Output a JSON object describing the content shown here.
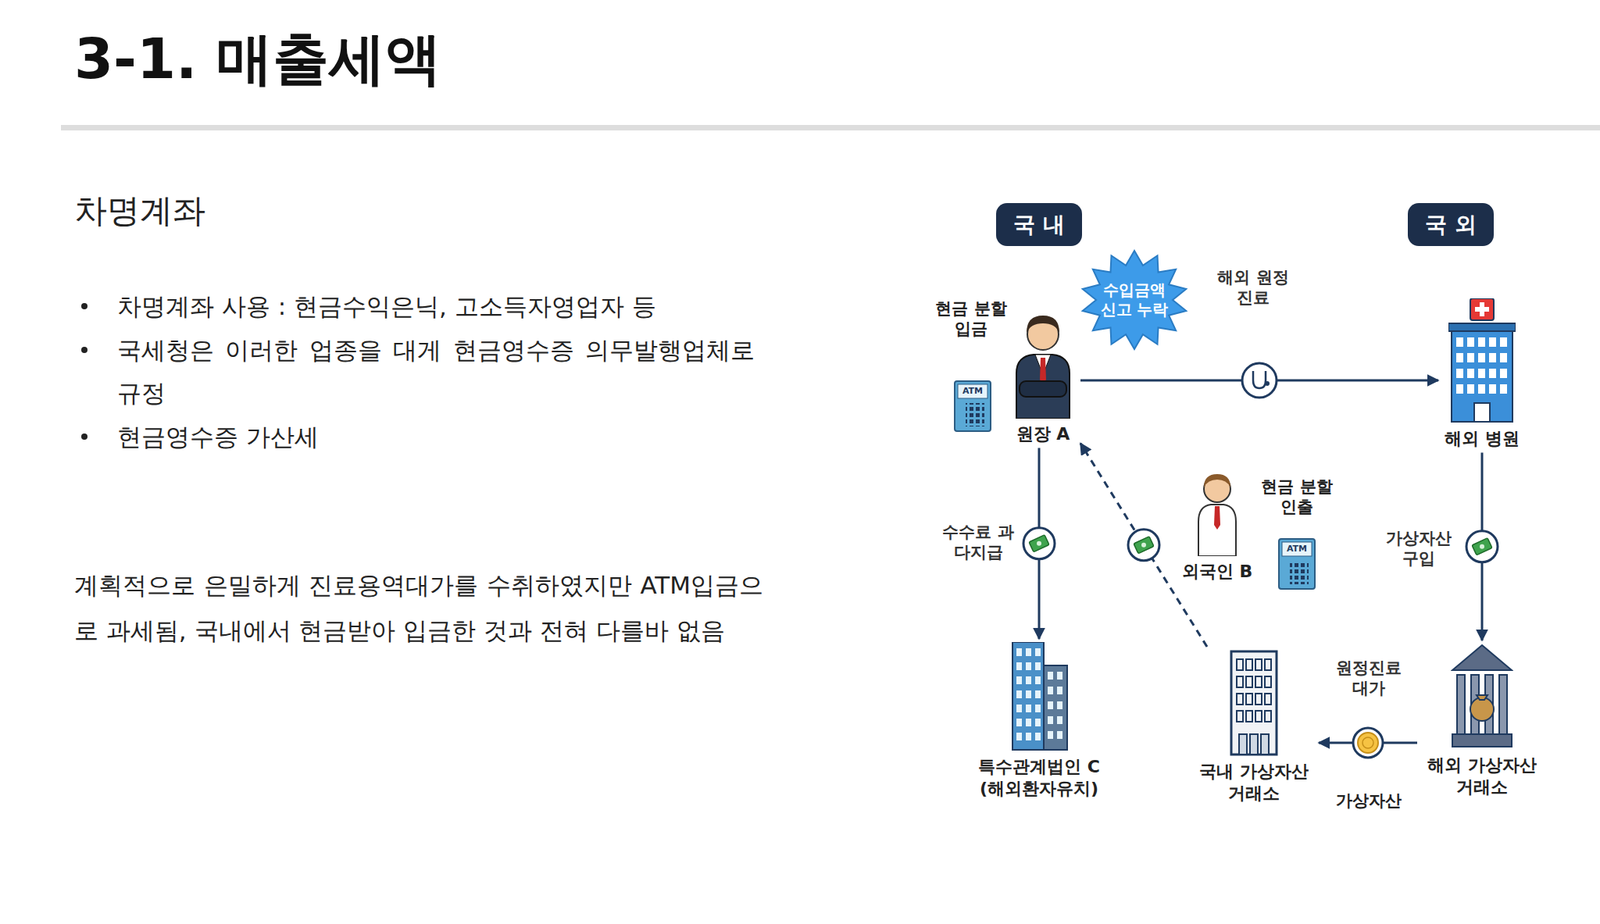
{
  "diagram": {
    "title": "3-1. 매출세액",
    "nodes": [
      {
        "text": [
          "국 내"
        ]
      },
      {
        "text": [
          "국 외"
        ]
      },
      {
        "text": [
          "수입금액 신고 누락"
        ]
      },
      {
        "text": [
          "원장 A"
        ]
      },
      {
        "text": [
          "해외 병원"
        ]
      },
      {
        "text": [
          "외국인 B"
        ]
      },
      {
        "text": [
          "특수관계법인 C",
          "(해외환자유치)"
        ]
      },
      {
        "text": [
          "국내 가상자산 거래소"
        ]
      },
      {
        "text": [
          "해외 가상자산 거래소"
        ]
      }
    ],
    "edges": [
      {
        "from": 3,
        "to": 4,
        "label": "해외 원정진료",
        "arrow": "to"
      },
      {
        "from": 3,
        "to": 6,
        "label": "수수료 과다지급",
        "arrow": "to"
      },
      {
        "from": 4,
        "to": 8,
        "label": "가상자산 구입",
        "arrow": "to"
      },
      {
        "from": 8,
        "to": 7,
        "label": "원정진료 대가",
        "arrow": "to"
      },
      {
        "from": 7,
        "to": 3,
        "arrow": "to"
      }
    ],
    "labels": [
      "차명계좌",
      "차명계좌 사용 : 현금수익은닉, 고소득자영업자 등",
      "국세청은 이러한 업종을 대게 현금영수증 의무발행업체로 규정",
      "현금영수증 가산세",
      "계획적으로 은밀하게 진료용역대가를 수취하였지만 ATM입금으로 과세됨, 국내에서 현금받아 입금한 것과 전혀 다를바 없음",
      "현금 분할 입금",
      "현금 분할 인출",
      "ATM",
      "ATM",
      "가상자산"
    ]
  }
}
